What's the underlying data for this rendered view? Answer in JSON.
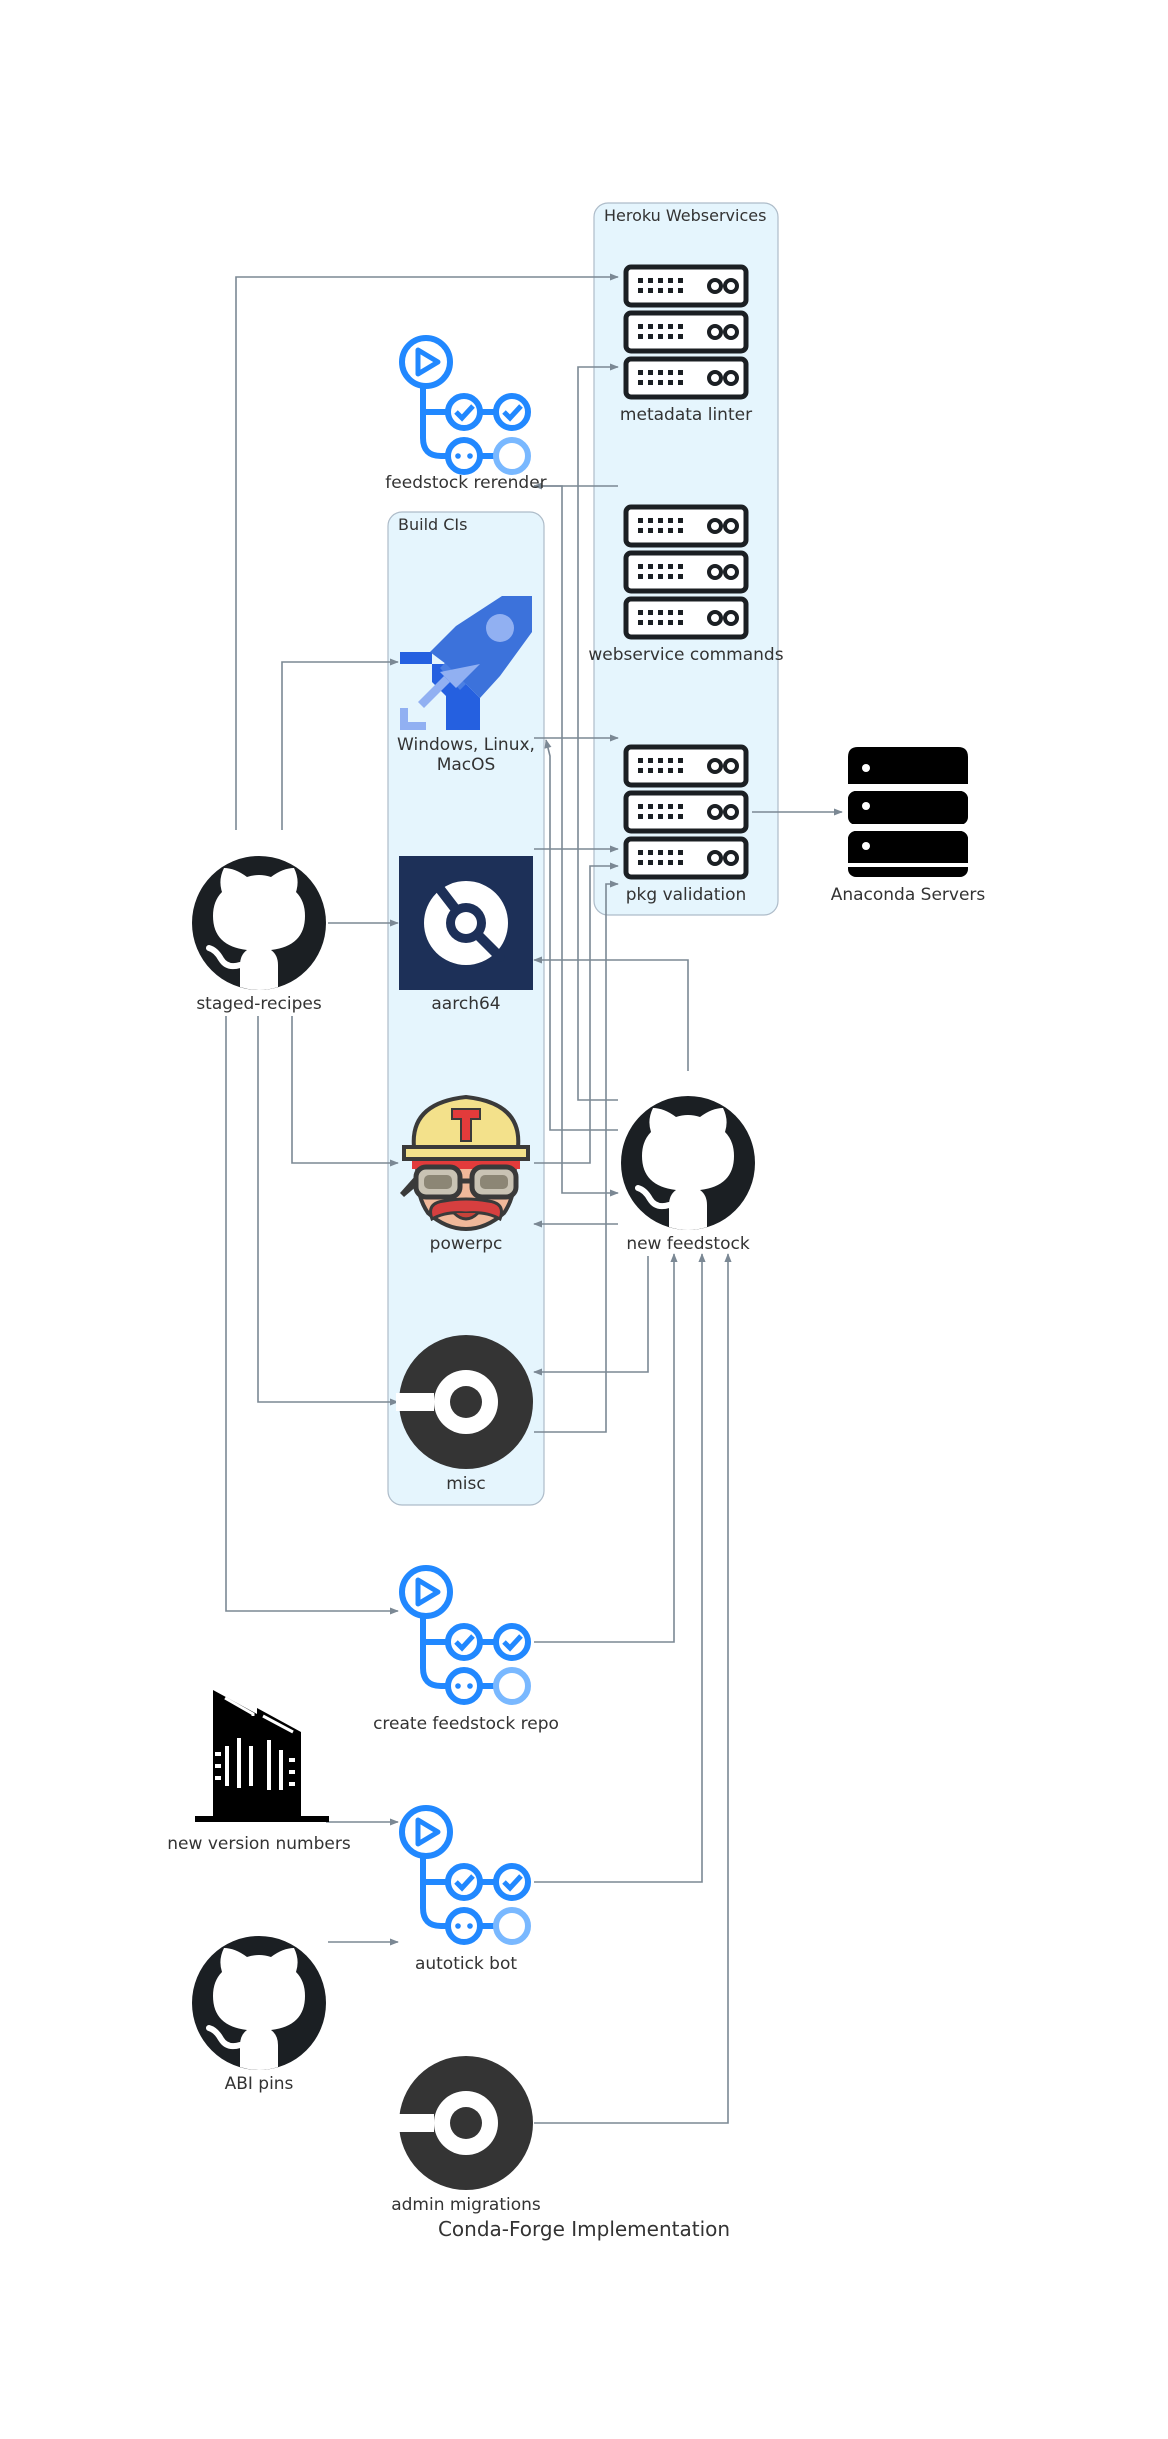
{
  "diagram": {
    "title": "Conda-Forge Implementation",
    "clusters": {
      "heroku": "Heroku Webservices",
      "build_cis": "Build CIs"
    },
    "nodes": {
      "metadata_linter": "metadata linter",
      "feedstock_rerender": "feedstock rerender",
      "webservice_commands": "webservice commands",
      "windows_linux_macos": [
        "Windows, Linux,",
        "MacOS"
      ],
      "pkg_validation": "pkg validation",
      "anaconda_servers": "Anaconda Servers",
      "staged_recipes": "staged-recipes",
      "aarch64": "aarch64",
      "new_feedstock": "new feedstock",
      "powerpc": "powerpc",
      "misc": "misc",
      "create_feedstock_repo": "create feedstock repo",
      "new_version_numbers": "new version numbers",
      "autotick_bot": "autotick bot",
      "abi_pins": "ABI pins",
      "admin_migrations": "admin migrations"
    },
    "icons": {
      "metadata_linter": "server-rack-icon",
      "webservice_commands": "server-rack-icon",
      "pkg_validation": "server-rack-icon",
      "anaconda_servers": "database-server-icon",
      "feedstock_rerender": "github-actions-icon",
      "create_feedstock_repo": "github-actions-icon",
      "autotick_bot": "github-actions-icon",
      "windows_linux_macos": "azure-pipelines-icon",
      "aarch64": "drone-ci-icon",
      "powerpc": "travis-ci-icon",
      "misc": "circleci-icon",
      "admin_migrations": "circleci-icon",
      "staged_recipes": "github-icon",
      "new_feedstock": "github-icon",
      "abi_pins": "github-icon",
      "new_version_numbers": "factory-icon"
    },
    "colors": {
      "cluster_fill": "#e5f5fd",
      "cluster_stroke": "#aebcc9",
      "edge": "#7b8894",
      "actions_blue": "#2188ff",
      "actions_light": "#79b8ff",
      "azure_blue": "#2560e0",
      "drone_navy": "#1d3058",
      "github_dark": "#1b1f23",
      "circle_dark": "#343434"
    }
  }
}
